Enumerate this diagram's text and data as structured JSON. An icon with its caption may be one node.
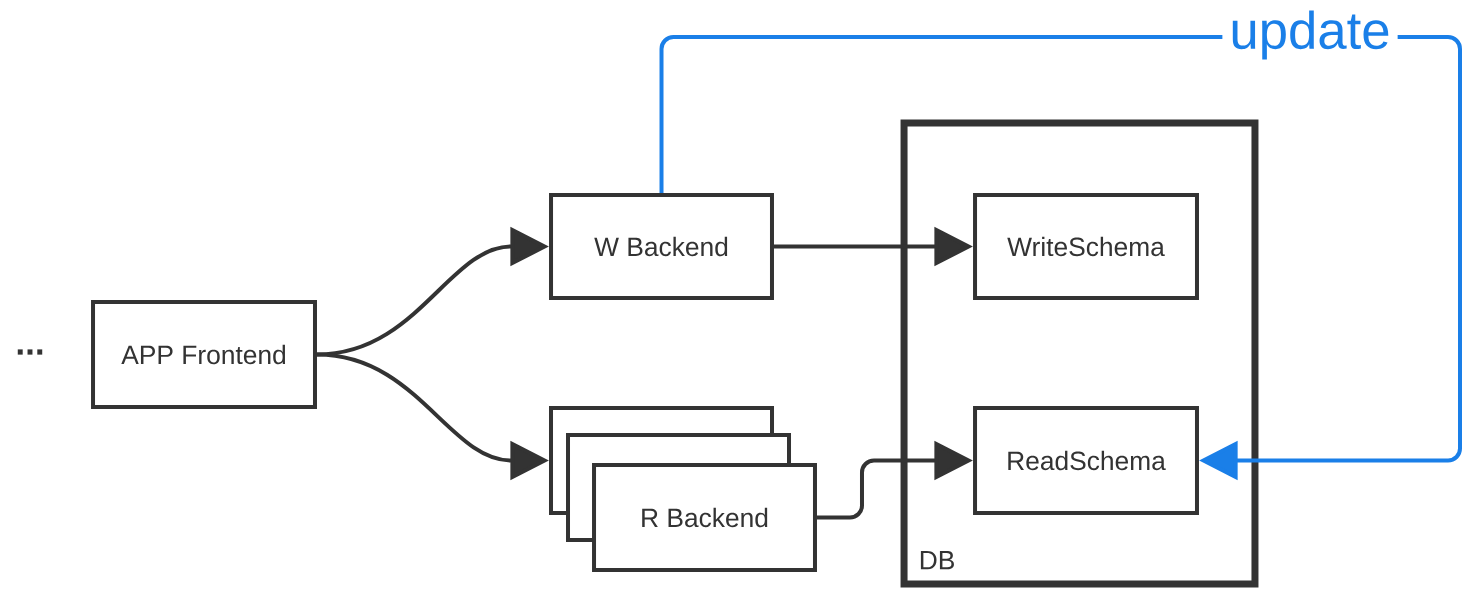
{
  "diagram": {
    "nodes": [
      {
        "text": [
          "APP Frontend"
        ]
      },
      {
        "text": [
          "W Backend"
        ]
      },
      {
        "text": [
          "DB"
        ]
      },
      {
        "text": [
          "WriteSchema"
        ],
        "in": 2
      },
      {
        "text": [
          "ReadSchema"
        ],
        "in": 2
      },
      {
        "text": [
          "R Backend"
        ]
      }
    ],
    "edges": [
      {
        "from": 0,
        "to": 1,
        "arrow": "to"
      },
      {
        "from": 0,
        "to": 5,
        "arrow": "to"
      },
      {
        "from": 1,
        "to": 3,
        "arrow": "to"
      },
      {
        "from": 5,
        "to": 4,
        "arrow": "to"
      },
      {
        "from": 1,
        "to": 4,
        "arrow": "to",
        "label": "update",
        "color": "#1a7fe8"
      }
    ],
    "labels": [
      "..."
    ]
  }
}
